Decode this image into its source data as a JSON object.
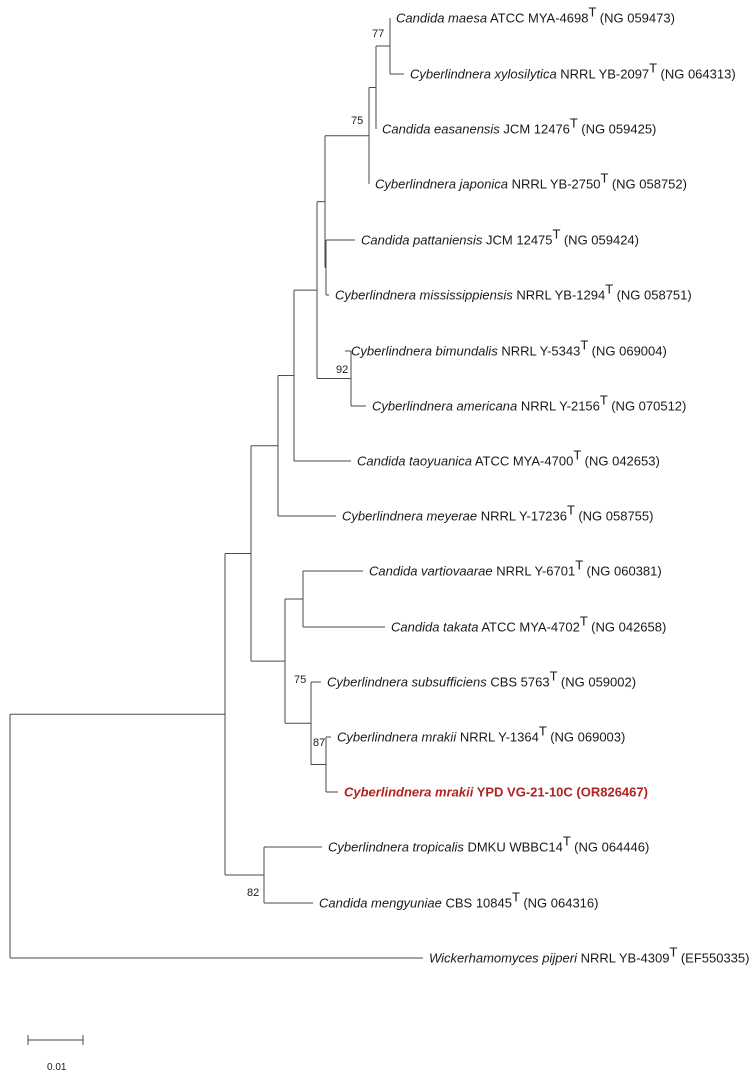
{
  "tree": {
    "support_values": {
      "n_maesa_xylo": "77",
      "n_easanensis": "75",
      "n_bim_ame": "92",
      "n_subs_mrakii": "75",
      "n_mrakii": "87",
      "n_trop_meng": "82"
    },
    "taxa": [
      {
        "id": "maesa",
        "species": "Candida maesa",
        "strain": "ATCC MYA-4698",
        "type": "T",
        "accession": "(NG 059473)"
      },
      {
        "id": "xylosilytica",
        "species": "Cyberlindnera xylosilytica",
        "strain": "NRRL YB-2097",
        "type": "T",
        "accession": "(NG 064313)"
      },
      {
        "id": "easanensis",
        "species": "Candida easanensis",
        "strain": "JCM 12476",
        "type": "T",
        "accession": "(NG 059425)"
      },
      {
        "id": "japonica",
        "species": "Cyberlindnera japonica",
        "strain": "NRRL YB-2750",
        "type": "T",
        "accession": "(NG 058752)"
      },
      {
        "id": "pattaniensis",
        "species": "Candida pattaniensis",
        "strain": "JCM 12475",
        "type": "T",
        "accession": "(NG 059424)"
      },
      {
        "id": "mississippiensis",
        "species": "Cyberlindnera mississippiensis",
        "strain": "NRRL YB-1294",
        "type": "T",
        "accession": "(NG 058751)"
      },
      {
        "id": "bimundalis",
        "species": "Cyberlindnera bimundalis",
        "strain": "NRRL Y-5343",
        "type": "T",
        "accession": "(NG 069004)"
      },
      {
        "id": "americana",
        "species": "Cyberlindnera americana",
        "strain": "NRRL Y-2156",
        "type": "T",
        "accession": "(NG 070512)"
      },
      {
        "id": "taoyuanica",
        "species": "Candida taoyuanica",
        "strain": "ATCC MYA-4700",
        "type": "T",
        "accession": "(NG 042653)"
      },
      {
        "id": "meyerae",
        "species": "Cyberlindnera meyerae",
        "strain": "NRRL Y-17236",
        "type": "T",
        "accession": "(NG 058755)"
      },
      {
        "id": "vartiovaarae",
        "species": "Candida vartiovaarae",
        "strain": "NRRL Y-6701",
        "type": "T",
        "accession": "(NG 060381)"
      },
      {
        "id": "takata",
        "species": "Candida takata",
        "strain": "ATCC MYA-4702",
        "type": "T",
        "accession": "(NG 042658)"
      },
      {
        "id": "subsufficiens",
        "species": "Cyberlindnera subsufficiens",
        "strain": "CBS 5763",
        "type": "T",
        "accession": "(NG 059002)"
      },
      {
        "id": "mrakii_ref",
        "species": "Cyberlindnera mrakii",
        "strain": "NRRL Y-1364",
        "type": "T",
        "accession": "(NG 069003)"
      },
      {
        "id": "mrakii_query",
        "species": "Cyberlindnera mrakii",
        "strain": "YPD VG-21-10C",
        "type": "",
        "accession": "(OR826467)",
        "highlight": true,
        "color": "#b22222"
      },
      {
        "id": "tropicalis",
        "species": "Cyberlindnera tropicalis",
        "strain": "DMKU WBBC14",
        "type": "T",
        "accession": "(NG 064446)"
      },
      {
        "id": "mengyuniae",
        "species": "Candida mengyuniae",
        "strain": "CBS 10845",
        "type": "T",
        "accession": "(NG 064316)"
      },
      {
        "id": "pijperi",
        "species": "Wickerhamomyces pijperi",
        "strain": "NRRL YB-4309",
        "type": "T",
        "accession": "(EF550335)"
      }
    ],
    "scale_bar": {
      "value": 0.01,
      "label": "0.01"
    }
  }
}
